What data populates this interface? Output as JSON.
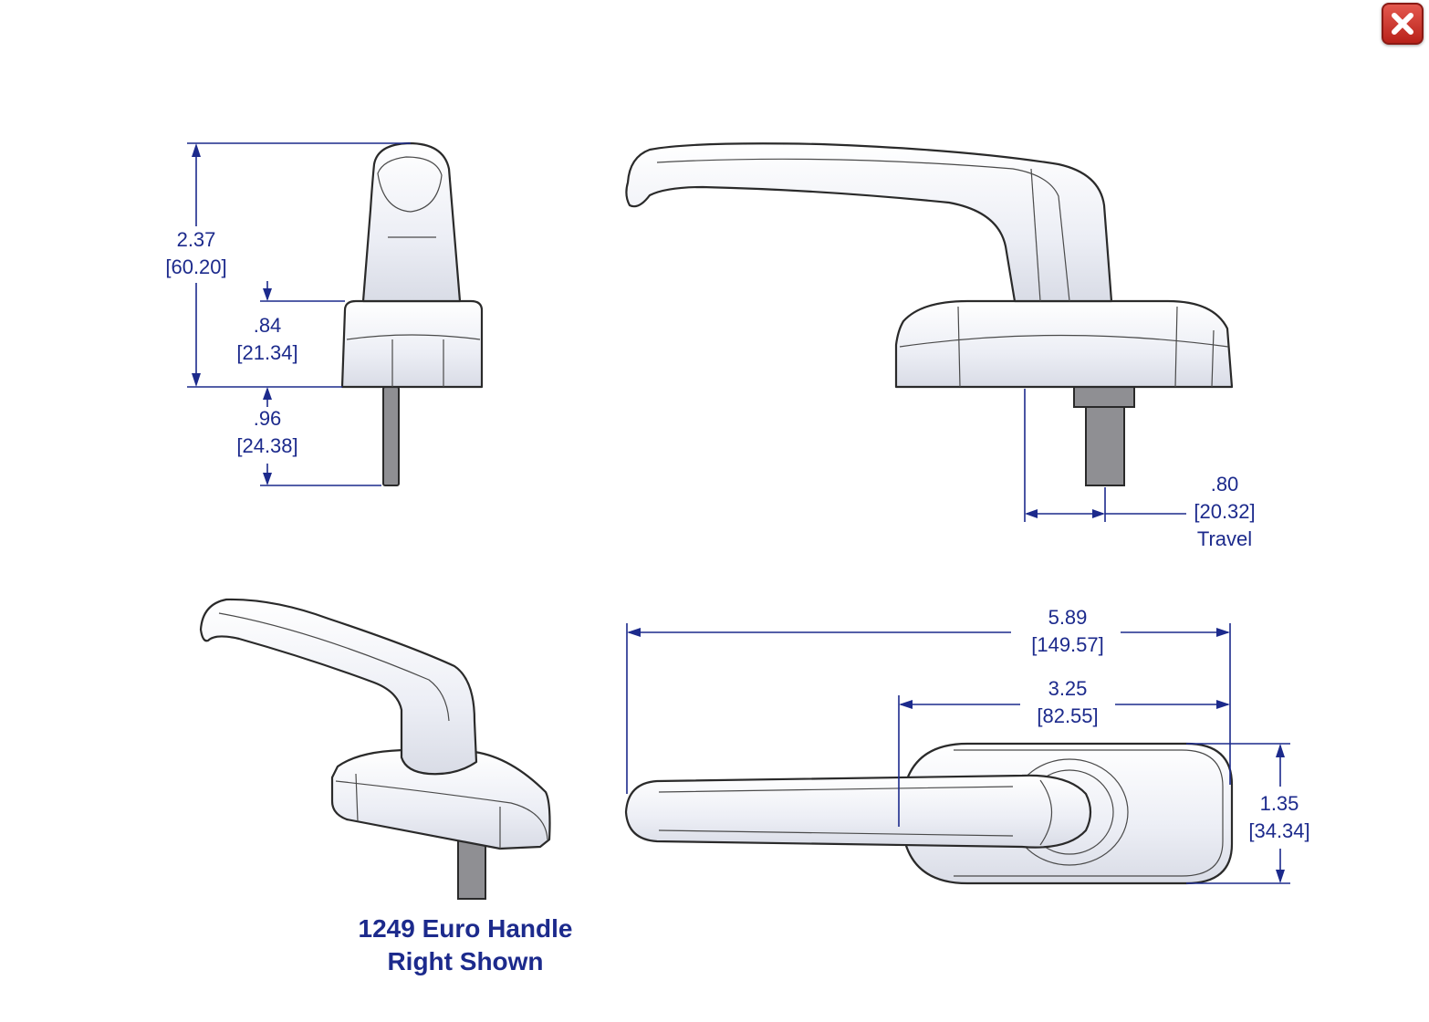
{
  "close_button": {
    "icon": "close-icon",
    "color": "#c8302a"
  },
  "caption": {
    "line1": "1249 Euro Handle",
    "line2": "Right Shown"
  },
  "dimensions": {
    "overall_height": {
      "in": "2.37",
      "mm": "[60.20]"
    },
    "base_height": {
      "in": ".84",
      "mm": "[21.34]"
    },
    "spindle_length": {
      "in": ".96",
      "mm": "[24.38]"
    },
    "travel": {
      "in": ".80",
      "mm": "[20.32]",
      "note": "Travel"
    },
    "overall_length": {
      "in": "5.89",
      "mm": "[149.57]"
    },
    "base_length": {
      "in": "3.25",
      "mm": "[82.55]"
    },
    "base_width": {
      "in": "1.35",
      "mm": "[34.34]"
    }
  },
  "colors": {
    "dimension": "#1c2a8c",
    "part_fill": "#eef0f6",
    "outline": "#2a2a2a"
  }
}
